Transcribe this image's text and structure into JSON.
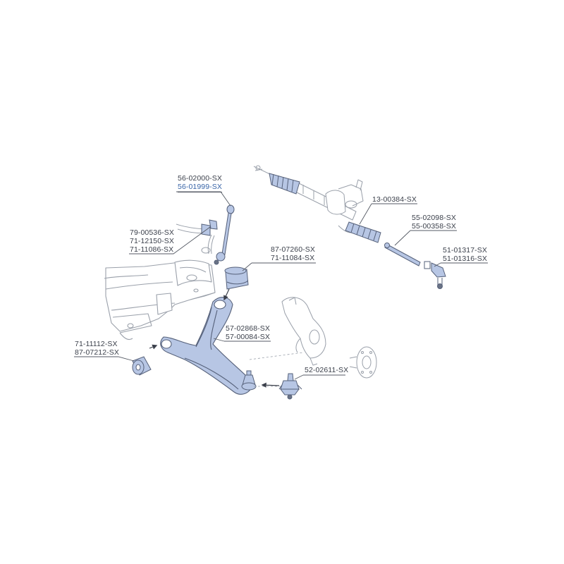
{
  "colors": {
    "part_fill": "#b7c6e4",
    "part_stroke": "#56617a",
    "sketch_stroke": "#9aa0aa",
    "highlight_text": "#3a66a8",
    "text": "#3a3f4a"
  },
  "labels": {
    "stabilizer_link": [
      "56-02000-SX",
      "56-01999-SX"
    ],
    "steering_rack": [
      "13-00384-SX"
    ],
    "stabilizer_bushings": [
      "79-00536-SX",
      "71-12150-SX",
      "71-11086-SX"
    ],
    "rear_bushing": [
      "87-07260-SX",
      "71-11084-SX"
    ],
    "inner_tie_rod": [
      "55-02098-SX",
      "55-00358-SX"
    ],
    "tie_rod_end": [
      "51-01317-SX",
      "51-01316-SX"
    ],
    "control_arm": [
      "57-02868-SX",
      "57-00084-SX"
    ],
    "front_bushing": [
      "71-11112-SX",
      "87-07212-SX"
    ],
    "ball_joint": [
      "52-02611-SX"
    ]
  }
}
